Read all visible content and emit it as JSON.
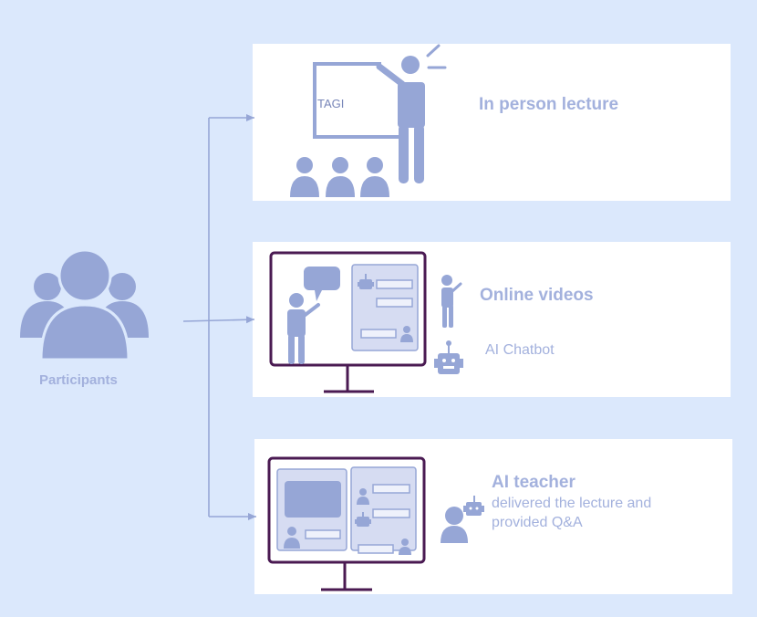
{
  "participants": {
    "label": "Participants"
  },
  "lecture": {
    "title": "In person lecture",
    "board_text": "TAGI"
  },
  "videos": {
    "title": "Online videos",
    "chatbot_label": "AI Chatbot"
  },
  "teacher": {
    "title": "AI teacher",
    "desc_line1": "delivered the lecture and",
    "desc_line2": "provided Q&A"
  },
  "colors": {
    "background": "#dbe8fc",
    "icon": "#96a6d6",
    "monitor_frame": "#4a1a52",
    "panel": "#ffffff"
  }
}
